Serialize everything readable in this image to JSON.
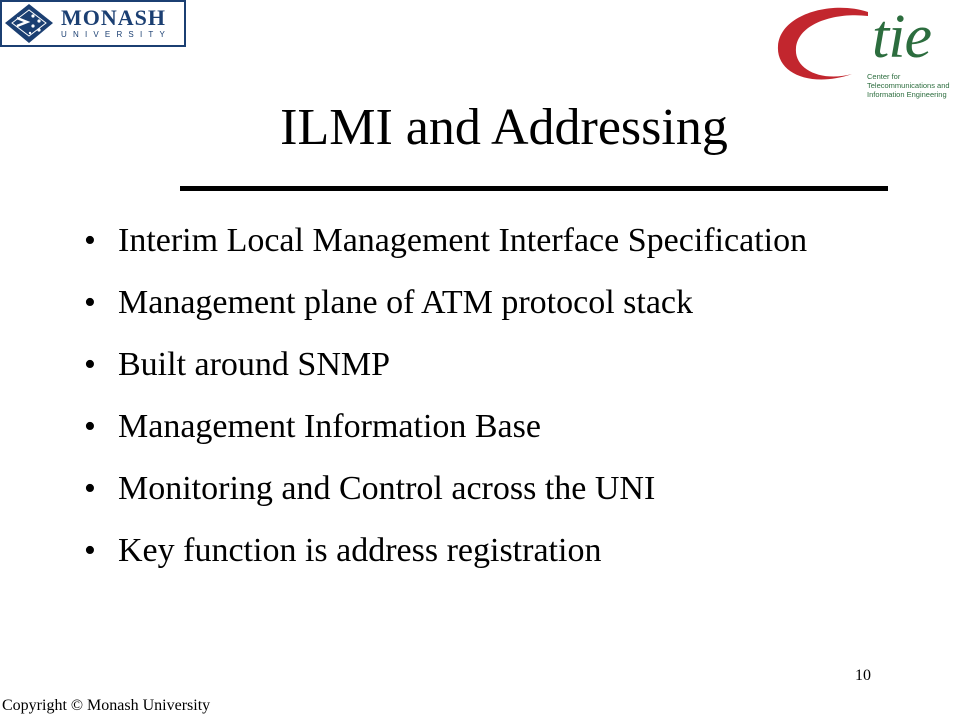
{
  "logos": {
    "monash": {
      "name": "MONASH",
      "sub": "UNIVERSITY",
      "color": "#1b3f72",
      "icon": "monash-crest-icon"
    },
    "ctie": {
      "word": "tie",
      "caption": "Center for Telecommunications and Information Engineering",
      "red": "#c2262e",
      "green": "#2c6d3e",
      "icon": "ctie-swoosh-icon"
    }
  },
  "slide": {
    "title": "ILMI and Addressing",
    "bullets": [
      "Interim Local Management Interface Specification",
      "Management plane of ATM protocol stack",
      "Built around SNMP",
      "Management Information Base",
      "Monitoring and Control across the UNI",
      "Key function is address registration"
    ],
    "bullet_glyph": "•"
  },
  "footer": {
    "page_number": "10",
    "copyright": "Copyright © Monash University"
  }
}
